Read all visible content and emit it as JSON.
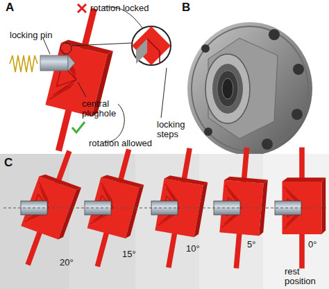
{
  "diagram": {
    "labels": [
      "A",
      "B",
      "C",
      "rotation locked",
      "locking pin",
      "central plughole",
      "rotation allowed",
      "locking steps",
      "20°",
      "15°",
      "10°",
      "5°",
      "0°",
      "rest position"
    ]
  }
}
